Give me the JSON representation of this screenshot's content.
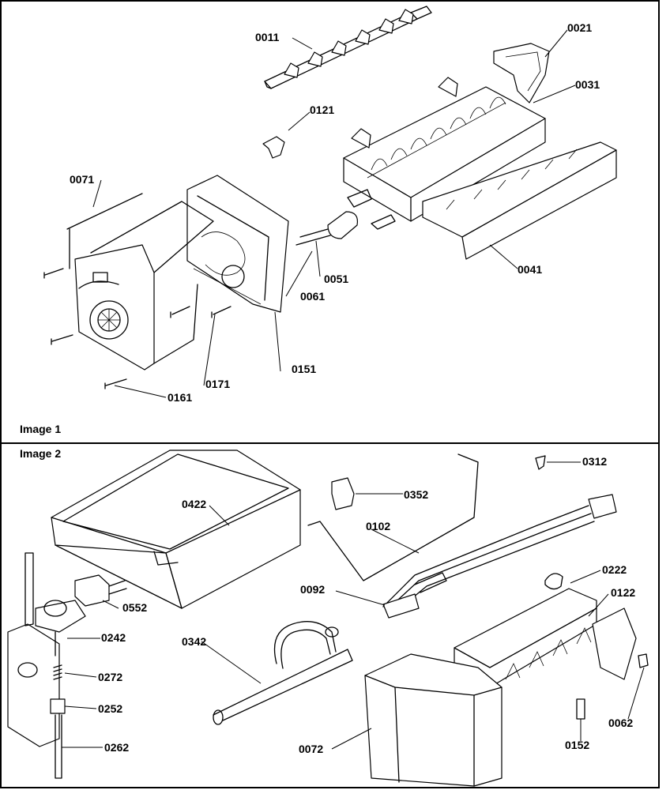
{
  "panels": [
    {
      "label": "Image 1"
    },
    {
      "label": "Image 2"
    }
  ],
  "parts": {
    "p0011": "0011",
    "p0021": "0021",
    "p0031": "0031",
    "p0121": "0121",
    "p0071": "0071",
    "p0041": "0041",
    "p0051": "0051",
    "p0061": "0061",
    "p0151": "0151",
    "p0171": "0171",
    "p0161": "0161",
    "p0312": "0312",
    "p0352": "0352",
    "p0422": "0422",
    "p0102": "0102",
    "p0222": "0222",
    "p0122": "0122",
    "p0092": "0092",
    "p0552": "0552",
    "p0242": "0242",
    "p0342": "0342",
    "p0272": "0272",
    "p0252": "0252",
    "p0262": "0262",
    "p0072": "0072",
    "p0152": "0152",
    "p0062": "0062"
  }
}
